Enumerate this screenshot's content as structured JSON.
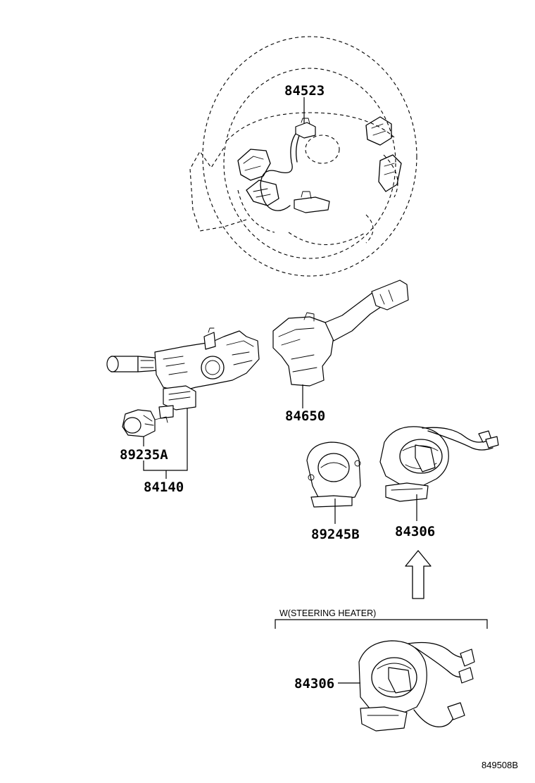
{
  "parts": {
    "p84523": "84523",
    "p84650": "84650",
    "p89235a": "89235A",
    "p84140": "84140",
    "p89245b": "89245B",
    "p84306": "84306",
    "p84306_heater": "84306"
  },
  "variant_note": "W(STEERING HEATER)",
  "figure_id": "849508B"
}
